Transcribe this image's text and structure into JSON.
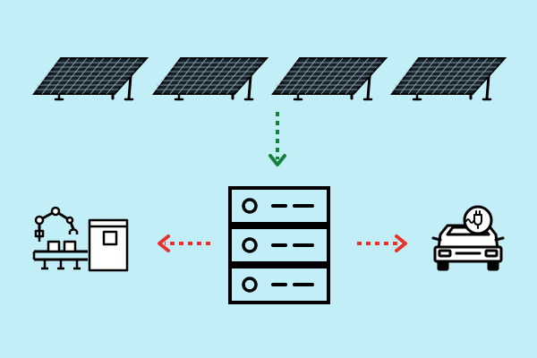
{
  "colors": {
    "background": "#c2eef7",
    "panel_fill": "#15222b",
    "panel_grid": "#9fb3bd",
    "outline": "#000000",
    "icon_fill": "#ffffff",
    "arrow_down": "#17803d",
    "arrow_side": "#e8302c"
  },
  "diagram": {
    "solar_array": {
      "icon": "solar-panel-icon",
      "count": 4
    },
    "flow_to_storage": {
      "icon": "arrow-down-icon",
      "direction": "down"
    },
    "storage": {
      "icon": "server-rack-battery-icon",
      "units": 3
    },
    "flow_to_factory": {
      "icon": "arrow-left-icon",
      "direction": "left"
    },
    "flow_to_vehicle": {
      "icon": "arrow-right-icon",
      "direction": "right"
    },
    "factory": {
      "icon": "robotic-factory-icon"
    },
    "vehicle": {
      "icon": "electric-car-icon",
      "badge_icon": "plug-icon"
    }
  }
}
